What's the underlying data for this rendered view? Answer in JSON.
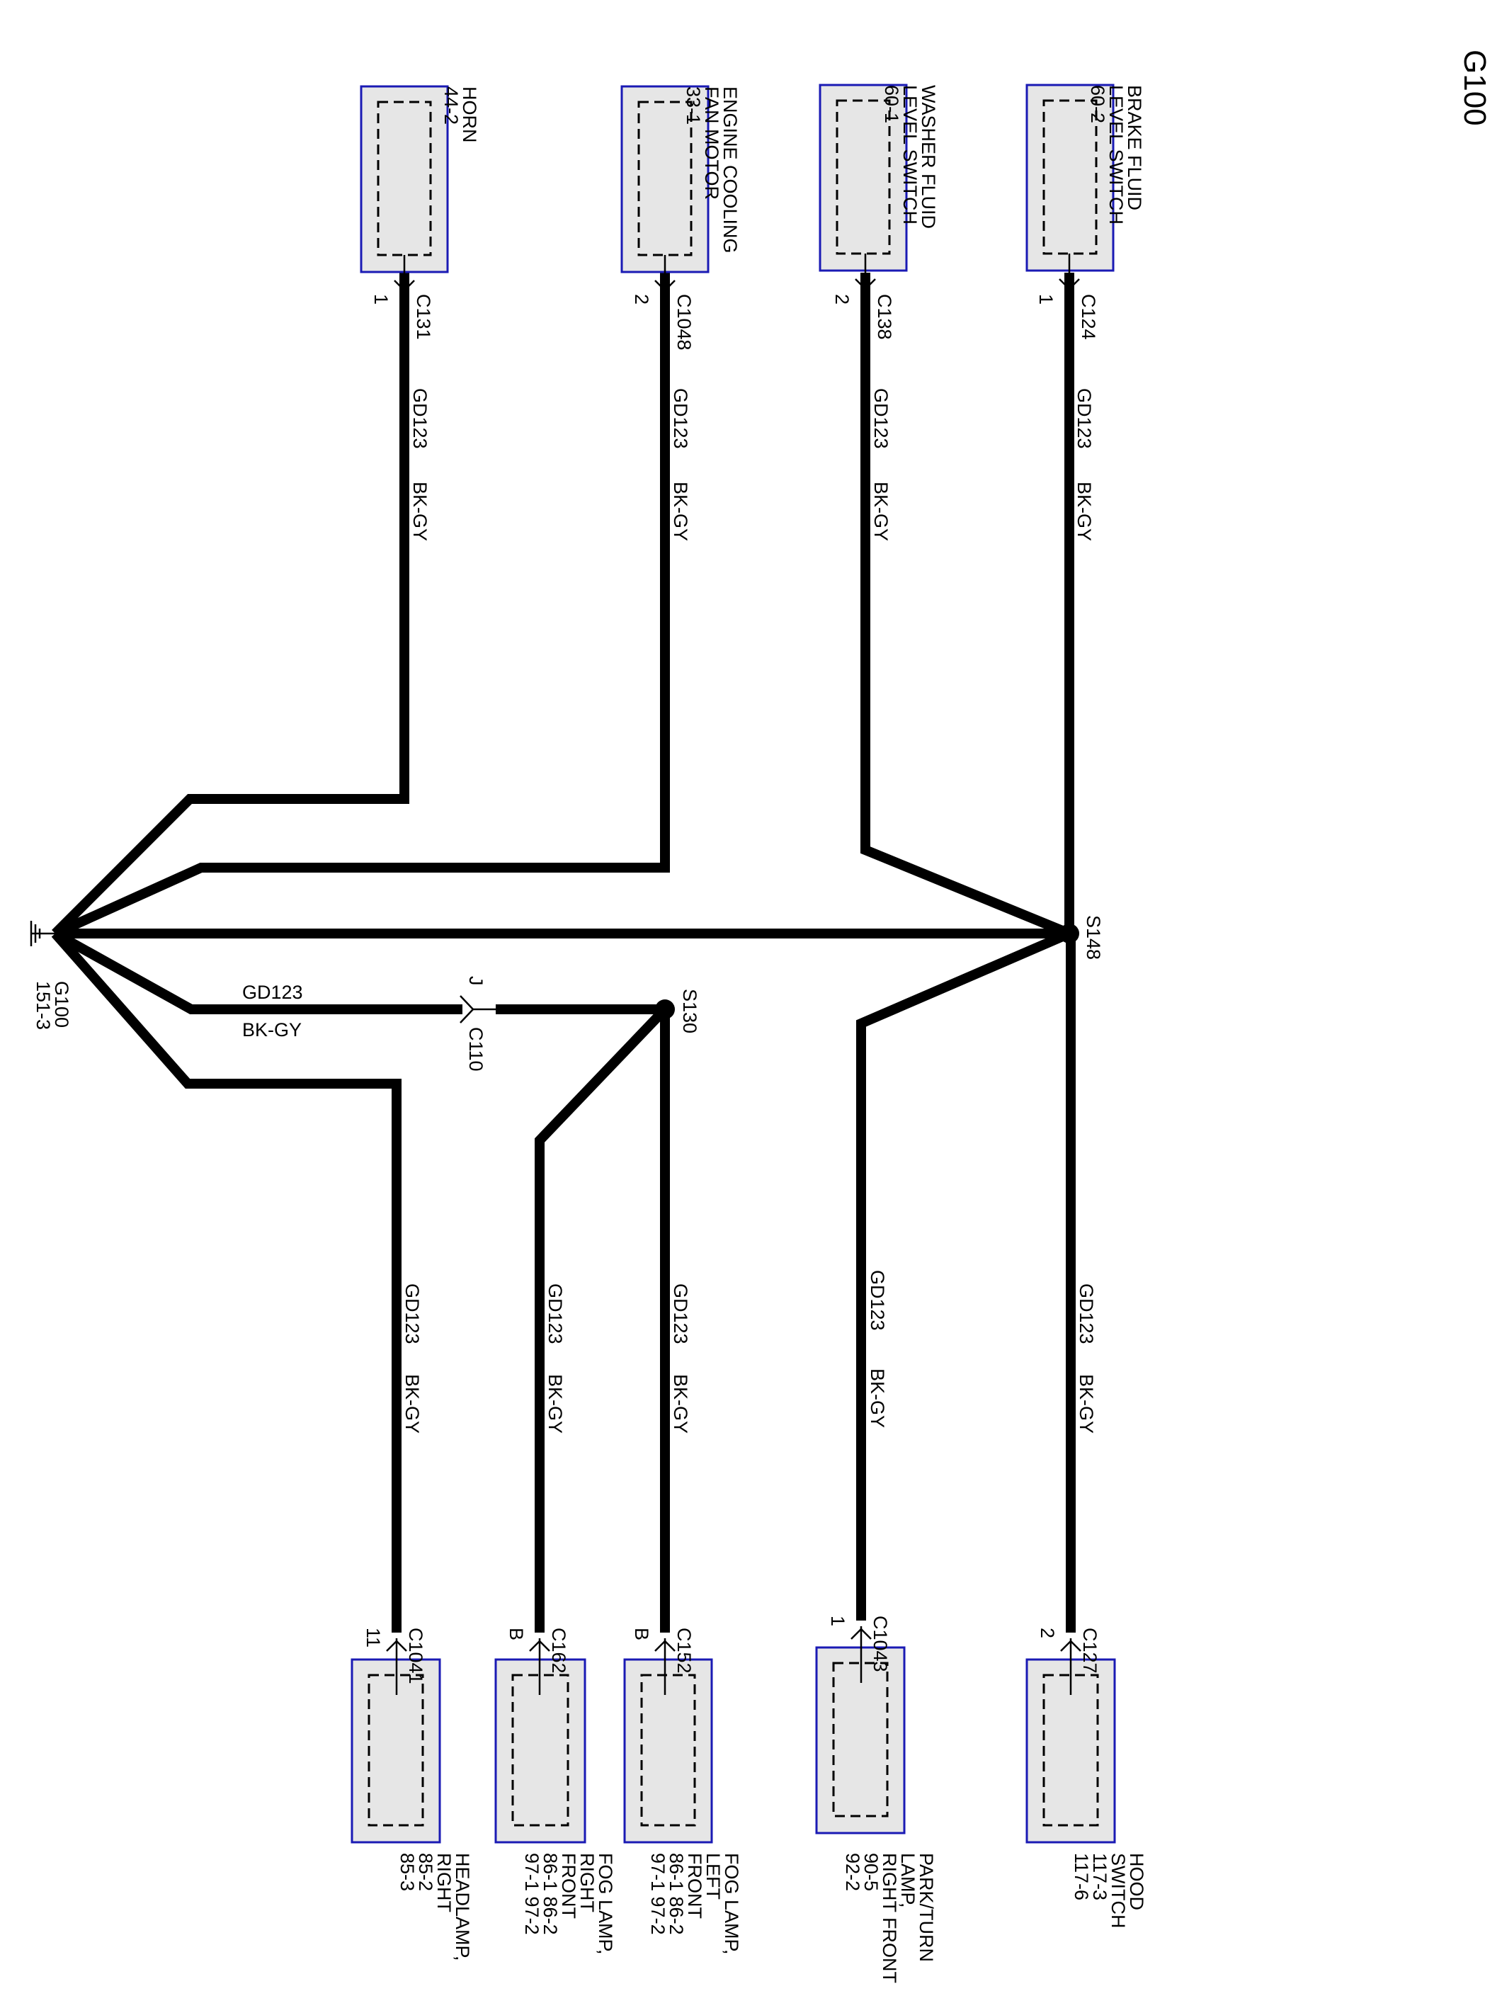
{
  "title": "G100",
  "colors": {
    "wire": "#000000",
    "component_fill": "#e6e6e6",
    "component_border": "#1a1ab4"
  },
  "wire_label": {
    "circuit": "GD123",
    "color": "BK-GY"
  },
  "ground": {
    "name": "G100",
    "ref": "151-3"
  },
  "splices": [
    {
      "name": "S148"
    },
    {
      "name": "S130"
    }
  ],
  "inline_connector": {
    "name": "C110",
    "pin": "J"
  },
  "components": [
    {
      "id": "brake_fluid_level_switch",
      "lines": [
        "BRAKE FLUID",
        "LEVEL SWITCH",
        "60-2"
      ],
      "connector": "C124",
      "pin": "1"
    },
    {
      "id": "washer_fluid_level_switch",
      "lines": [
        "WASHER FLUID",
        "LEVEL SWITCH",
        "60-1"
      ],
      "connector": "C138",
      "pin": "2"
    },
    {
      "id": "engine_cooling_fan_motor",
      "lines": [
        "ENGINE COOLING",
        "FAN MOTOR",
        "33-1"
      ],
      "connector": "C1048",
      "pin": "2"
    },
    {
      "id": "horn",
      "lines": [
        "HORN",
        "44-2"
      ],
      "connector": "C131",
      "pin": "1"
    },
    {
      "id": "hood_switch",
      "lines": [
        "HOOD",
        "SWITCH",
        "117-3",
        "117-6"
      ],
      "connector": "C127",
      "pin": "2"
    },
    {
      "id": "park_turn_lamp_right_front",
      "lines": [
        "PARK/TURN",
        "LAMP,",
        "RIGHT FRONT",
        "90-5",
        "92-2"
      ],
      "connector": "C1043",
      "pin": "1"
    },
    {
      "id": "fog_lamp_left_front",
      "lines": [
        "FOG LAMP,",
        "LEFT",
        "FRONT",
        "86-1  86-2",
        "97-1  97-2"
      ],
      "connector": "C152",
      "pin": "B"
    },
    {
      "id": "fog_lamp_right_front",
      "lines": [
        "FOG LAMP,",
        "RIGHT",
        "FRONT",
        "86-1  86-2",
        "97-1  97-2"
      ],
      "connector": "C162",
      "pin": "B"
    },
    {
      "id": "headlamp_right",
      "lines": [
        "HEADLAMP,",
        "RIGHT",
        "85-2",
        "85-3"
      ],
      "connector": "C1041",
      "pin": "11"
    }
  ]
}
